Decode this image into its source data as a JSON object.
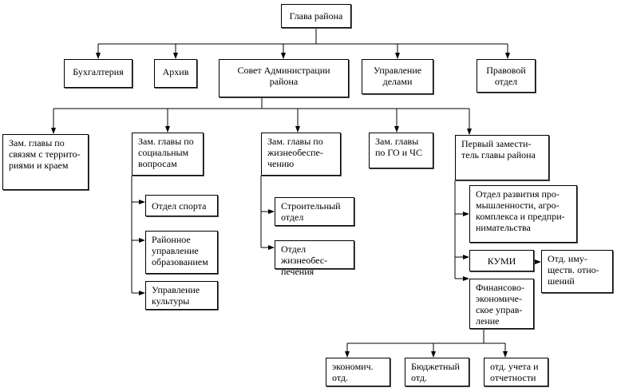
{
  "head": "Глава района",
  "top": [
    "Бухгалтерия",
    "Архив",
    "Совет Администрации\nрайона",
    "Управление\nделами",
    "Правовой\nотдел"
  ],
  "deputies": [
    "Зам. главы по\nсвязям с террито-\nриями и краем",
    "Зам. главы по\nсоциальным\nвопросам",
    "Зам. главы по\nжизнеобеспе-\nчению",
    "Зам. главы\nпо ГО и ЧС",
    "Первый замести-\nтель главы района"
  ],
  "social": [
    "Отдел спорта",
    "Районное\nуправление\nобразованием",
    "Управление\nкультуры"
  ],
  "life": [
    "Строительный\nотдел",
    "Отдел жизнеобес-\nпечения"
  ],
  "first": [
    "Отдел развития про-\nмышленности, агро-\nкомплекса и предпри-\nнимательства",
    "КУМИ",
    "Финансово-\nэкономиче-\nское управ-\nление"
  ],
  "kumi_sub": "Отд. иму-\nществ. отно-\nшений",
  "finance": [
    "экономич.\nотд.",
    "Бюджетный\nотд.",
    "отд. учета и\nотчетности"
  ]
}
